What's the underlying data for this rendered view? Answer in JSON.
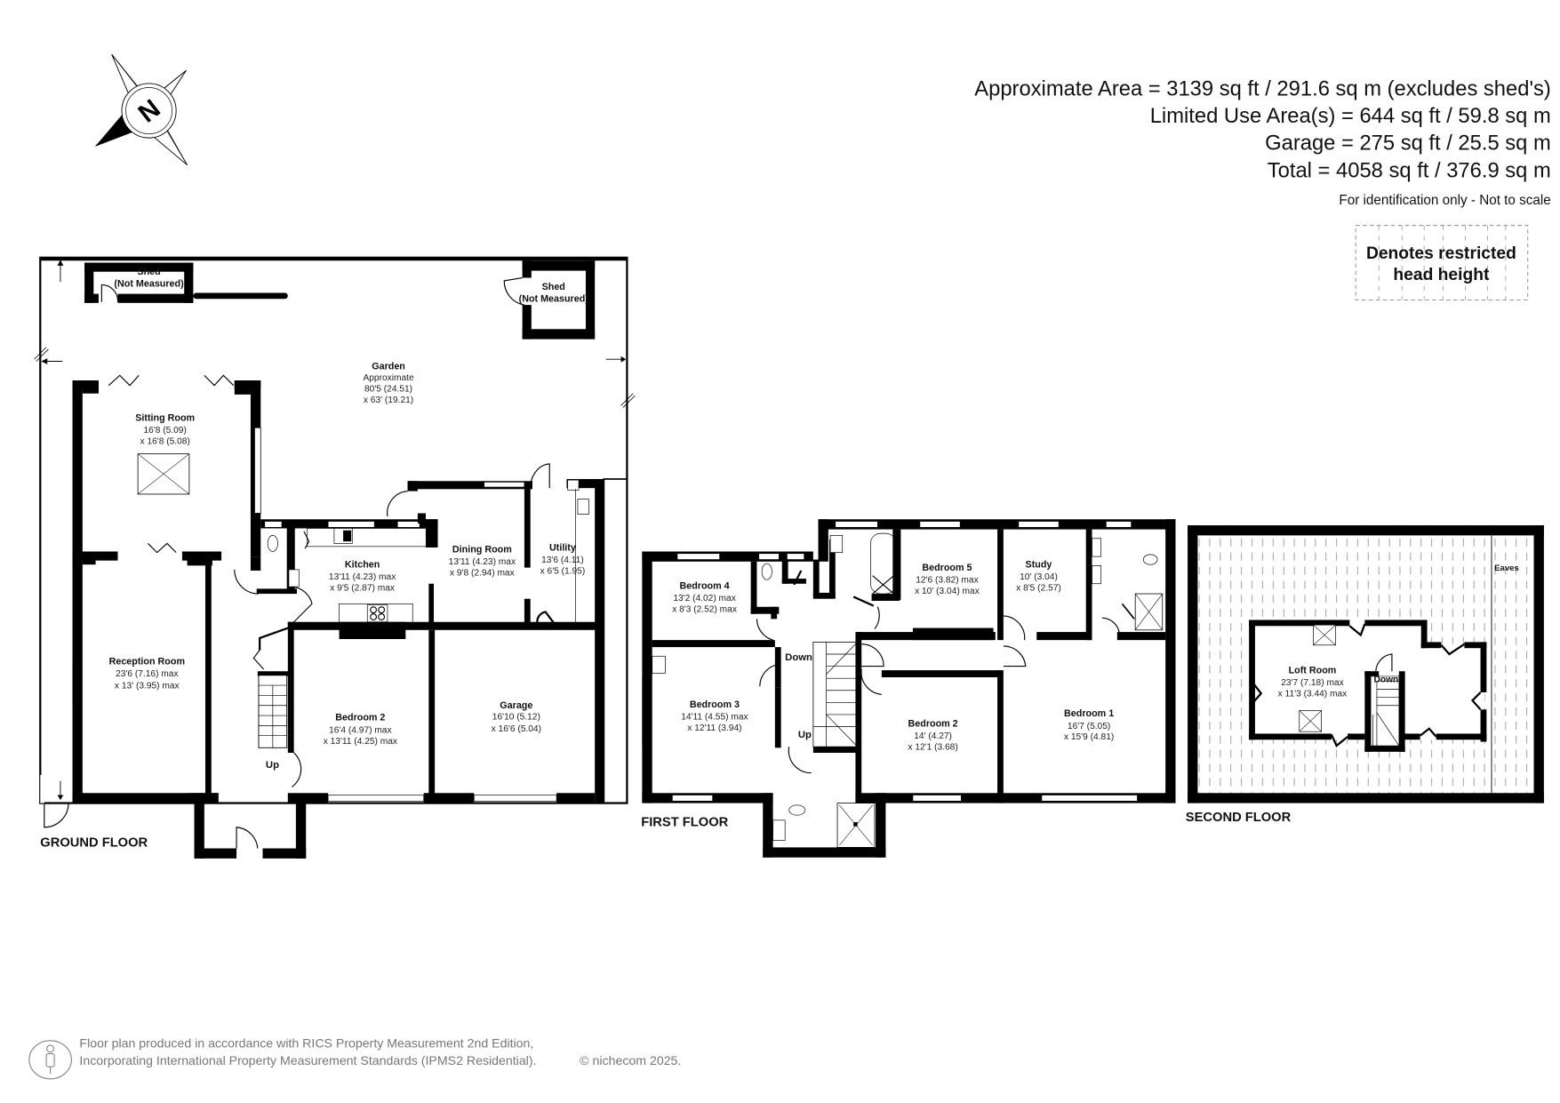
{
  "areas": {
    "approximate": "Approximate Area = 3139 sq ft / 291.6 sq m (excludes shed's)",
    "limited_use": "Limited Use Area(s) = 644 sq ft / 59.8 sq m",
    "garage": "Garage = 275 sq ft / 25.5 sq m",
    "total": "Total = 4058 sq ft / 376.9 sq m",
    "disclaimer": "For identification only - Not to scale"
  },
  "legend": {
    "line1": "Denotes restricted",
    "line2": "head height"
  },
  "compass": {
    "label": "N"
  },
  "ground_floor": {
    "title": "GROUND FLOOR",
    "rooms": [
      {
        "name": "Shed",
        "dims": [
          "(Not Measured)"
        ]
      },
      {
        "name": "Shed",
        "dims": [
          "(Not Measured)"
        ]
      },
      {
        "name": "Garden",
        "dims": [
          "Approximate",
          "80'5 (24.51)",
          "x 63' (19.21)"
        ]
      },
      {
        "name": "Sitting Room",
        "dims": [
          "16'8 (5.09)",
          "x 16'8 (5.08)"
        ]
      },
      {
        "name": "Kitchen",
        "dims": [
          "13'11 (4.23) max",
          "x 9'5 (2.87) max"
        ]
      },
      {
        "name": "Dining Room",
        "dims": [
          "13'11 (4.23) max",
          "x 9'8 (2.94) max"
        ]
      },
      {
        "name": "Utility",
        "dims": [
          "13'6 (4.11)",
          "x 6'5 (1.95)"
        ]
      },
      {
        "name": "Reception Room",
        "dims": [
          "23'6 (7.16) max",
          "x 13' (3.95) max"
        ]
      },
      {
        "name": "Bedroom 2",
        "dims": [
          "16'4 (4.97) max",
          "x 13'11 (4.25) max"
        ]
      },
      {
        "name": "Garage",
        "dims": [
          "16'10 (5.12)",
          "x 16'6 (5.04)"
        ]
      }
    ],
    "stairs_label": "Up"
  },
  "first_floor": {
    "title": "FIRST FLOOR",
    "rooms": [
      {
        "name": "Bedroom 4",
        "dims": [
          "13'2 (4.02) max",
          "x 8'3 (2.52) max"
        ]
      },
      {
        "name": "Bedroom 5",
        "dims": [
          "12'6 (3.82) max",
          "x 10' (3.04) max"
        ]
      },
      {
        "name": "Study",
        "dims": [
          "10' (3.04)",
          "x 8'5 (2.57)"
        ]
      },
      {
        "name": "Bedroom 3",
        "dims": [
          "14'11 (4.55) max",
          "x 12'11 (3.94)"
        ]
      },
      {
        "name": "Bedroom 2",
        "dims": [
          "14' (4.27)",
          "x 12'1 (3.68)"
        ]
      },
      {
        "name": "Bedroom 1",
        "dims": [
          "16'7 (5.05)",
          "x 15'9 (4.81)"
        ]
      }
    ],
    "stairs_down": "Down",
    "stairs_up": "Up"
  },
  "second_floor": {
    "title": "SECOND FLOOR",
    "eaves": "Eaves",
    "rooms": [
      {
        "name": "Loft Room",
        "dims": [
          "23'7 (7.18) max",
          "x 11'3 (3.44) max"
        ]
      }
    ],
    "stairs_down": "Down"
  },
  "footer": {
    "line1": "Floor plan produced in accordance with RICS Property Measurement 2nd Edition,",
    "line2": "Incorporating International Property Measurement Standards (IPMS2 Residential).",
    "copyright": "© nichecom 2025."
  }
}
